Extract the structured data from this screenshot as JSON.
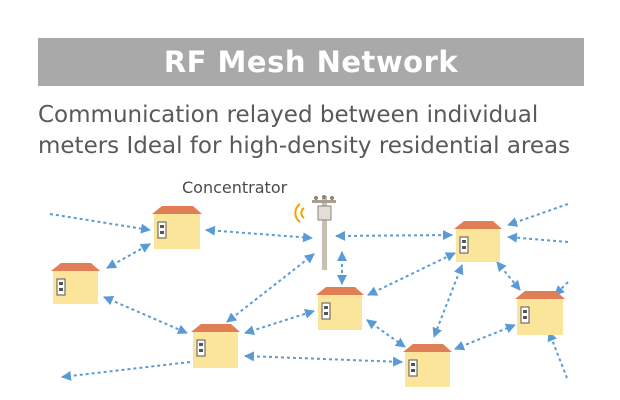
{
  "title": "RF Mesh Network",
  "description": {
    "line1": "Communication relayed between individual",
    "line2": "meters Ideal for high-density residential areas"
  },
  "concentrator_label": "Concentrator",
  "colors": {
    "banner": "#a9a9a9",
    "house_wall": "#fbe59b",
    "house_roof": "#e07f55",
    "arrow": "#5b9bd5",
    "signal": "#f0a500"
  },
  "icons": [
    "house-meter-icon",
    "utility-pole-icon",
    "wireless-signal-icon"
  ]
}
